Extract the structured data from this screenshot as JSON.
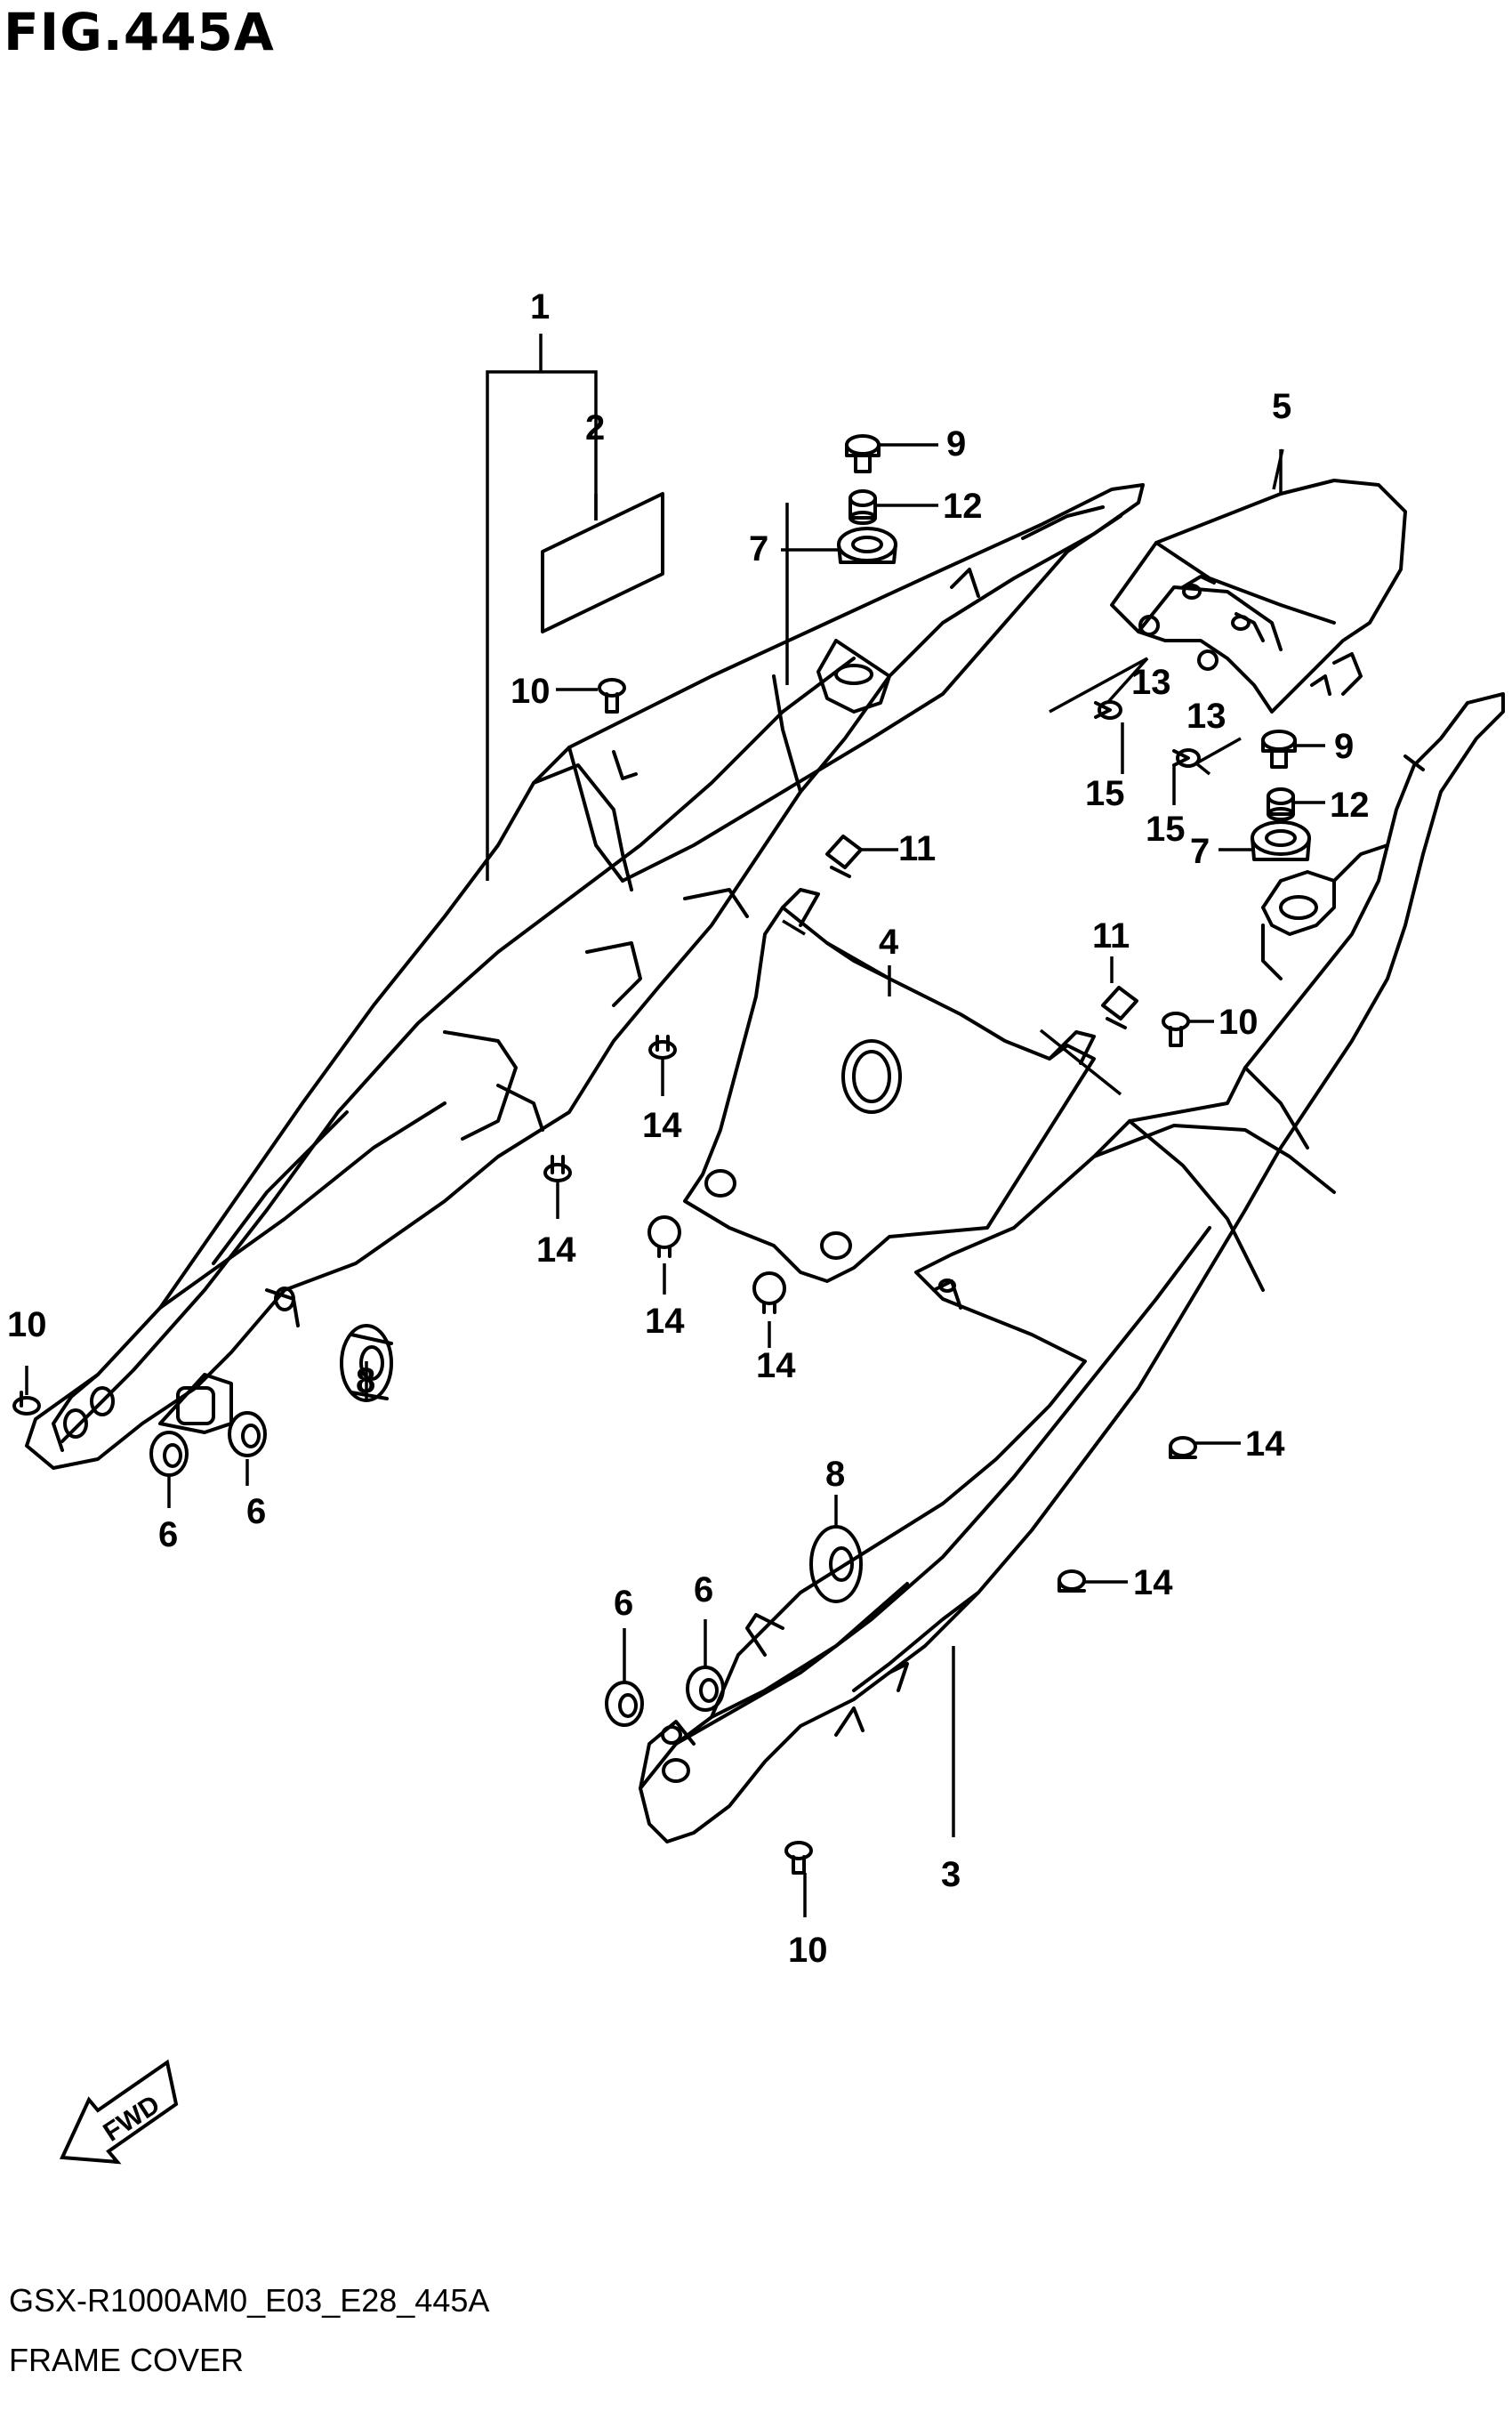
{
  "figure": {
    "title": "FIG.445A",
    "model_code": "GSX-R1000AM0_E03_E28_445A",
    "section_name": "FRAME COVER"
  },
  "fwd_label": "FWD",
  "callouts": {
    "c1": "1",
    "c2": "2",
    "c3": "3",
    "c4": "4",
    "c5": "5",
    "c6a": "6",
    "c6b": "6",
    "c6c": "6",
    "c6d": "6",
    "c7a": "7",
    "c7b": "7",
    "c8a": "8",
    "c8b": "8",
    "c9a": "9",
    "c9b": "9",
    "c10a": "10",
    "c10b": "10",
    "c10c": "10",
    "c10d": "10",
    "c11a": "11",
    "c11b": "11",
    "c12a": "12",
    "c12b": "12",
    "c13a": "13",
    "c13b": "13",
    "c14a": "14",
    "c14b": "14",
    "c14c": "14",
    "c14d": "14",
    "c14e": "14",
    "c14f": "14",
    "c15a": "15",
    "c15b": "15"
  }
}
